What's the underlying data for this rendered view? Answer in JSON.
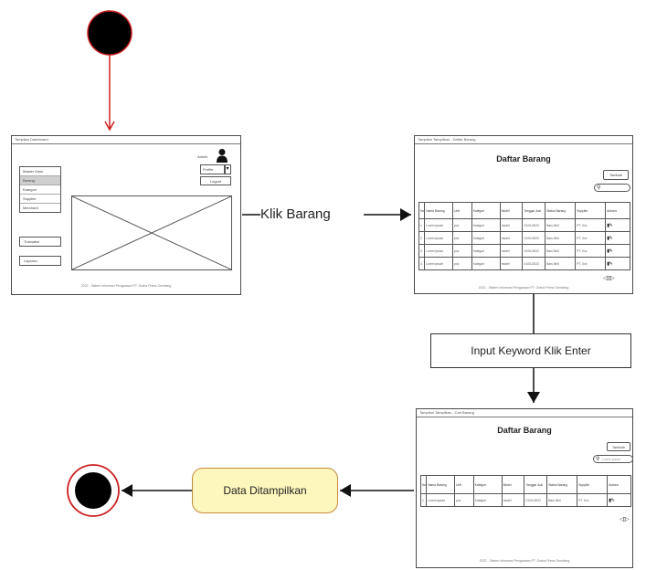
{
  "flow": {
    "edge_label": "Klik Barang",
    "action_input": "Input Keyword Klik Enter",
    "action_result": "Data Ditampilkan"
  },
  "dashboard": {
    "title": "Tampilan Dashboard",
    "admin_label": "Admin",
    "profile_btn": "Profile",
    "logout_btn": "Logout",
    "menu_items": [
      "Master Data",
      "Barang",
      "Kategori",
      "Supplier",
      "Merchant"
    ],
    "btn_transaksi": "Transaksi",
    "btn_laporan": "Laporan",
    "footer": "2022 - Sistem Informasi Pengadaan PT. Graha Prima Gemilang"
  },
  "list_window": {
    "title": "Tampilan Tampilkan - Daftar Barang",
    "heading": "Daftar Barang",
    "tambah_btn": "Tambah",
    "columns": [
      "No",
      "Nama Barang",
      "Unit",
      "Kategori",
      "Model",
      "Tanggal Jual",
      "Status Barang",
      "Supplier",
      "Actions"
    ],
    "rows": [
      [
        "1",
        "Lorem ipsum",
        "pcs",
        "Kategori",
        "model",
        "01/01/2022",
        "Baru Beli",
        "PT. Xxx"
      ],
      [
        "2",
        "Lorem ipsum",
        "pcs",
        "Kategori",
        "model",
        "01/01/2022",
        "Baru Beli",
        "PT. Xxx"
      ],
      [
        "3",
        "Lorem ipsum",
        "pcs",
        "Kategori",
        "model",
        "01/01/2022",
        "Baru Beli",
        "PT. Xxx"
      ],
      [
        "4",
        "Lorem ipsum",
        "pcs",
        "Kategori",
        "model",
        "01/01/2022",
        "Baru Beli",
        "PT. Xxx"
      ]
    ],
    "footer": "2022 - Sistem Informasi Pengadaan PT. Graha Prima Gemilang"
  },
  "search_window": {
    "title": "Tampilan Tampilkan - Cari Barang",
    "heading": "Daftar Barang",
    "tambah_btn": "Tambah",
    "keyword": "Lorem ipsum",
    "columns": [
      "No",
      "Nama Barang",
      "Unit",
      "Kategori",
      "Model",
      "Tanggal Jual",
      "Status Barang",
      "Supplier",
      "Actions"
    ],
    "rows": [
      [
        "1",
        "Lorem ipsum",
        "pcs",
        "Kategori",
        "model",
        "01/01/2022",
        "Baru Beli",
        "PT. Xxx"
      ]
    ],
    "footer": "2022 - Sistem Informasi Pengadaan PT. Graha Prima Gemilang"
  },
  "colors": {
    "initial_node": "#000000",
    "initial_stroke": "#cc2020",
    "arrow_red": "#cc2020",
    "arrow_black": "#111111",
    "action_fill": "#fdf7bd",
    "action_stroke": "#c58a3c"
  },
  "icons": {
    "profile": "user-icon",
    "search": "search-icon",
    "actions": "edit-delete-icons",
    "pager": "pager-icons"
  }
}
